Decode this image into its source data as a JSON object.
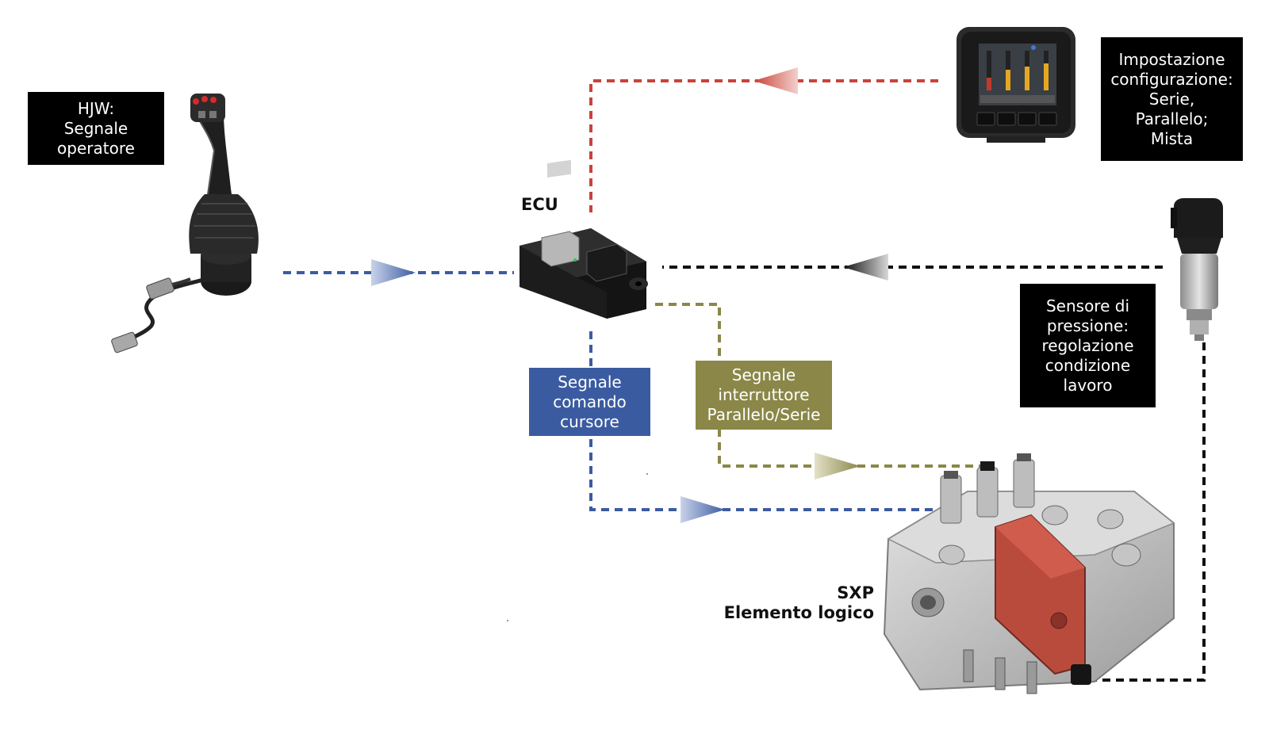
{
  "labels": {
    "joystick": "HJW:\nSegnale\noperatore",
    "ecu": "ECU",
    "display": "Impostazione\nconfigurazione:\nSerie,\nParallelo;\nMista",
    "pressure_sensor": "Sensore di\npressione:\nregolazione\ncondizione\nlavoro",
    "spool_signal": "Segnale\ncomando\ncursore",
    "switch_signal": "Segnale\ninterruttore\nParallelo/Serie",
    "valve": "SXP\nElemento logico"
  },
  "colors": {
    "red_line": "#c9423a",
    "blue_line": "#3b5ba1",
    "black_line": "#111111",
    "olive_line": "#8a8748",
    "valve_red": "#b94b3d"
  },
  "icons": {
    "joystick": "joystick-icon",
    "ecu": "ecu-module-icon",
    "display": "display-panel-icon",
    "sensor": "pressure-sensor-icon",
    "valve": "valve-block-icon"
  }
}
